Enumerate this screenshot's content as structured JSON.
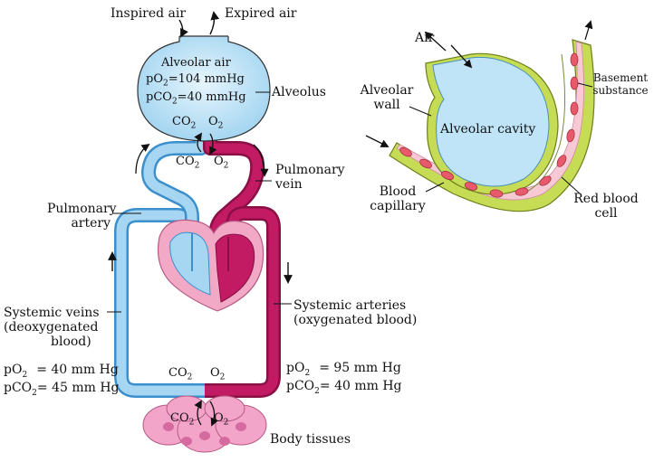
{
  "colors": {
    "deoxygenated": "#a7d6f2",
    "deoxygenated_edge": "#3a8fcc",
    "oxygenated": "#c21b64",
    "oxygenated_edge": "#8a0f45",
    "heart_outer": "#f2a9c6",
    "alveolus_fill": "#bfe4f7",
    "alveolar_wall": "#c6dc55",
    "capillary": "#f7c9d4",
    "rbc": "#e85a6b",
    "tissue": "#f3a5c9"
  },
  "left": {
    "inspired_air": "Inspired air",
    "expired_air": "Expired air",
    "alveolus_title": "Alveolar air",
    "alveolus_po2": "pO",
    "alveolus_po2_val": "=104 mmHg",
    "alveolus_pco2": "pCO",
    "alveolus_pco2_val": "=40 mmHg",
    "alveolus_label": "Alveolus",
    "co2_top": "CO",
    "o2_top": "O",
    "co2_mid": "CO",
    "o2_mid": "O",
    "sub2": "2",
    "pulmonary_vein_1": "Pulmonary",
    "pulmonary_vein_2": "vein",
    "pulmonary_artery_1": "Pulmonary",
    "pulmonary_artery_2": "artery",
    "systemic_veins_1": "Systemic veins",
    "systemic_veins_2": "(deoxygenated",
    "systemic_veins_3": "blood)",
    "systemic_arteries_1": "Systemic arteries",
    "systemic_arteries_2": "(oxygenated blood)",
    "venous_po2": "pO",
    "venous_po2_val": "= 40 mm Hg",
    "venous_pco2": "pCO",
    "venous_pco2_val": "= 45 mm Hg",
    "arterial_po2": "pO",
    "arterial_po2_val": "= 95 mm Hg",
    "arterial_pco2": "pCO",
    "arterial_pco2_val": "= 40 mm Hg",
    "co2_tissue_top": "CO",
    "o2_tissue_top": "O",
    "co2_tissue": "CO",
    "o2_tissue": "O",
    "body_tissues": "Body tissues"
  },
  "right": {
    "air": "Air",
    "alveolar_wall_1": "Alveolar",
    "alveolar_wall_2": "wall",
    "alveolar_cavity": "Alveolar cavity",
    "basement_1": "Basement",
    "basement_2": "substance",
    "blood_capillary_1": "Blood",
    "blood_capillary_2": "capillary",
    "red_blood_cell_1": "Red blood",
    "red_blood_cell_2": "cell"
  }
}
